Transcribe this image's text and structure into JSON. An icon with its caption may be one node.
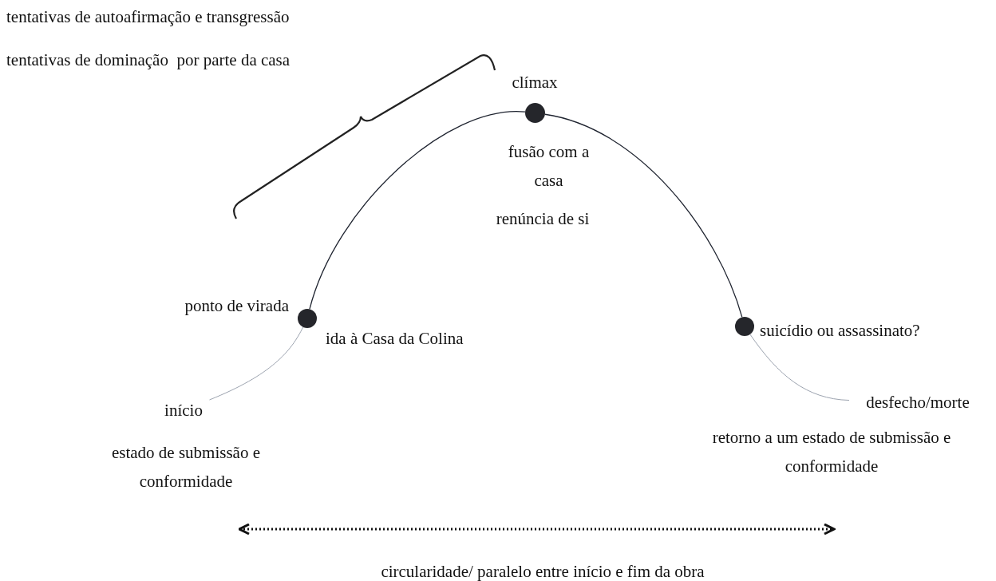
{
  "diagram": {
    "nodes": [
      {
        "text": [
          "início"
        ],
        "beside": [
          "estado de submissão e conformidade"
        ]
      },
      {
        "text": [],
        "shape": "circle",
        "beside": [
          "ponto de virada",
          "ida à Casa da Colina"
        ]
      },
      {
        "text": [],
        "shape": "circle",
        "beside": [
          "clímax",
          "fusão com a casa",
          "renúncia de si"
        ]
      },
      {
        "text": [],
        "shape": "circle",
        "beside": [
          "suicídio ou assassinato?"
        ]
      },
      {
        "text": [
          "desfecho/morte"
        ],
        "beside": [
          "retorno a um estado de submissão e conformidade"
        ]
      }
    ],
    "edges": [
      {
        "from": 0,
        "to": 1,
        "arrow": "none",
        "color": "#9ca3af"
      },
      {
        "from": 1,
        "to": 2,
        "arrow": "none",
        "color": "#1f2430"
      },
      {
        "from": 2,
        "to": 3,
        "arrow": "none",
        "color": "#1f2430"
      },
      {
        "from": 3,
        "to": 4,
        "arrow": "none",
        "color": "#9ca3af"
      }
    ],
    "labels": [
      "tentativas de autoafirmação e transgressão",
      "tentativas de dominação  por parte da casa",
      "circularidade/ paralelo entre início e fim da obra"
    ]
  }
}
